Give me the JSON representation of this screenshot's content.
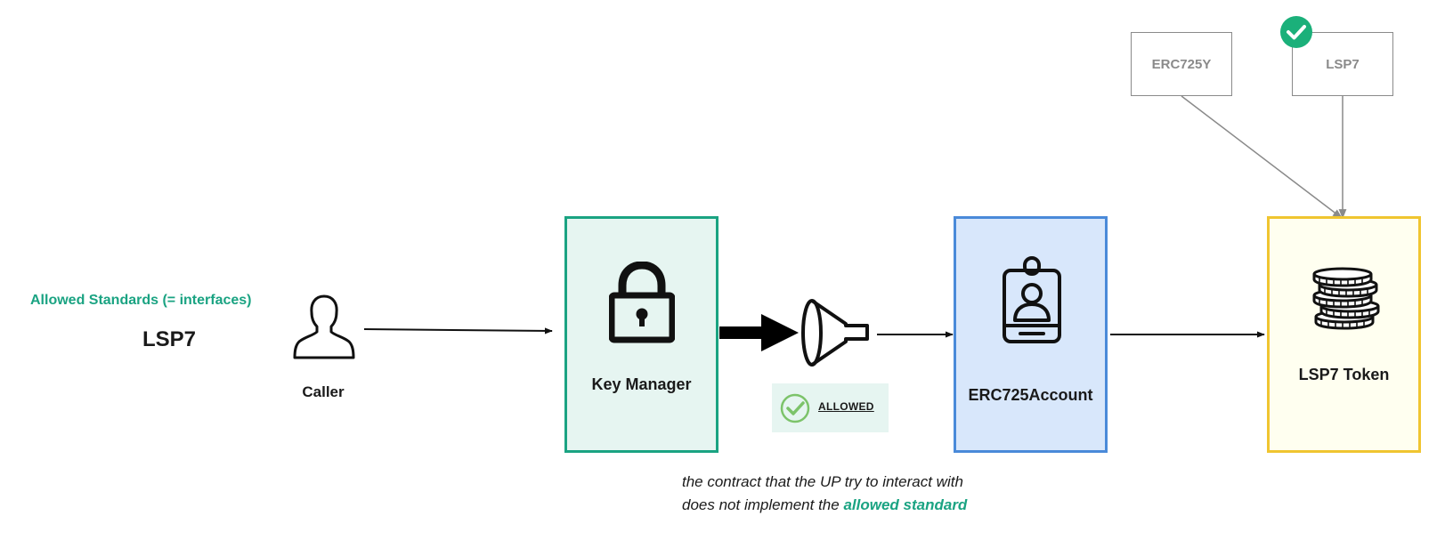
{
  "left_panel": {
    "allowed_title": "Allowed Standards (= interfaces)",
    "allowed_value": "LSP7"
  },
  "caller": {
    "label": "Caller"
  },
  "key_manager": {
    "label": "Key Manager"
  },
  "filter_status": {
    "label": "ALLOWED"
  },
  "account": {
    "label": "ERC725Account"
  },
  "token": {
    "label": "LSP7 Token"
  },
  "standards": {
    "erc725y": "ERC725Y",
    "lsp7": "LSP7"
  },
  "note": {
    "line1": "the contract that the UP try to interact with",
    "line2_prefix": "does not implement the ",
    "line2_highlight": "allowed standard"
  },
  "colors": {
    "green": "#1aa382",
    "blue": "#4a8ad9",
    "yellow": "#f0c530",
    "gray": "#8a8a8a"
  },
  "icons": {
    "caller": "person-icon",
    "key_manager": "lock-icon",
    "filter": "funnel-icon",
    "account": "id-badge-icon",
    "token": "coin-stack-icon",
    "check": "check-circle-icon"
  }
}
